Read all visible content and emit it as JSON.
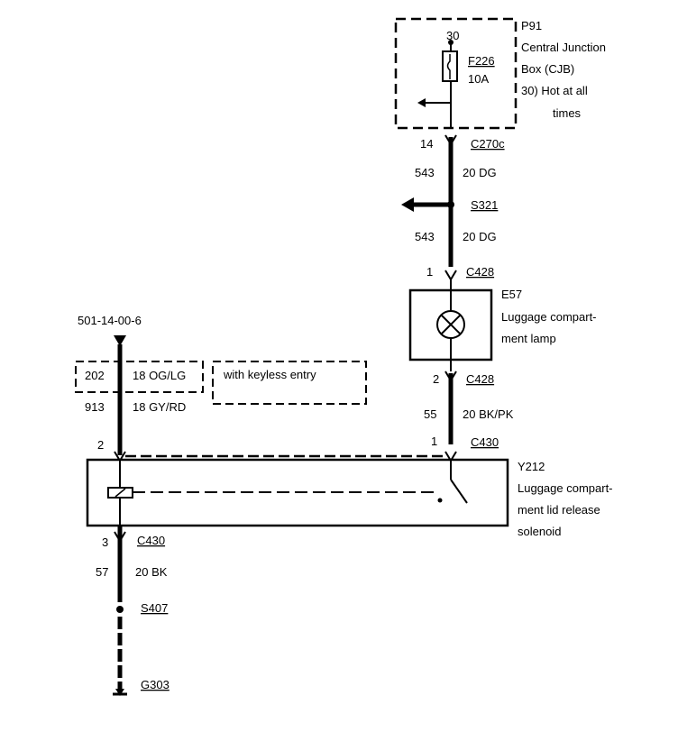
{
  "cjb": {
    "id": "P91",
    "name_line1": "Central Junction",
    "name_line2": "Box (CJB)",
    "note_line1": "30)  Hot at all",
    "note_line2": "times",
    "pin": "30",
    "fuse_id": "F226",
    "fuse_rating": "10A"
  },
  "wire_top": {
    "pin": "14",
    "connector": "C270c",
    "circuit_a": "543",
    "gauge_a": "20 DG",
    "splice": "S321",
    "circuit_b": "543",
    "gauge_b": "20 DG"
  },
  "lamp": {
    "pin_top": "1",
    "connector_top": "C428",
    "id": "E57",
    "name_line1": "Luggage compart-",
    "name_line2": "ment lamp",
    "pin_bottom": "2",
    "connector_bottom": "C428",
    "circuit": "55",
    "gauge": "20 BK/PK"
  },
  "left_branch": {
    "ref": "501-14-00-6",
    "opt_circuit": "202",
    "opt_gauge": "18 OG/LG",
    "keyless_note": "with keyless entry",
    "circuit": "913",
    "gauge": "18 GY/RD",
    "pin": "2"
  },
  "solenoid": {
    "pin_right": "1",
    "connector_top": "C430",
    "id": "Y212",
    "name_line1": "Luggage compart-",
    "name_line2": "ment lid release",
    "name_line3": "solenoid"
  },
  "ground": {
    "pin": "3",
    "connector": "C430",
    "circuit": "57",
    "gauge": "20 BK",
    "splice": "S407",
    "ground_id": "G303"
  }
}
